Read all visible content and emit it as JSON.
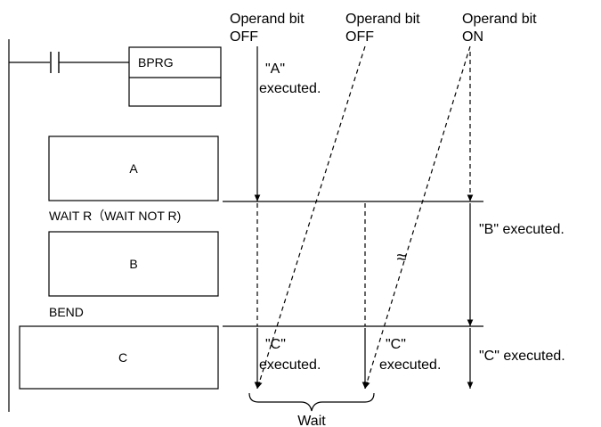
{
  "columns": [
    {
      "label_line1": "Operand bit",
      "label_line2": "OFF"
    },
    {
      "label_line1": "Operand bit",
      "label_line2": "OFF"
    },
    {
      "label_line1": "Operand bit",
      "label_line2": "ON"
    }
  ],
  "ladder": {
    "instruction": "BPRG"
  },
  "blocks": {
    "a": "A",
    "b": "B",
    "c": "C"
  },
  "statements": {
    "wait": "WAIT R（WAIT NOT R)",
    "bend": "BEND"
  },
  "executed_labels": {
    "a_line1": "\"A\"",
    "a_line2": "executed.",
    "c1_line1": "\"C\"",
    "c1_line2": "executed.",
    "c2_line1": "\"C\"",
    "c2_line2": "executed.",
    "b_right": "\"B\" executed.",
    "c_right": "\"C\" executed."
  },
  "break_symbol": "≈",
  "wait_label": "Wait"
}
